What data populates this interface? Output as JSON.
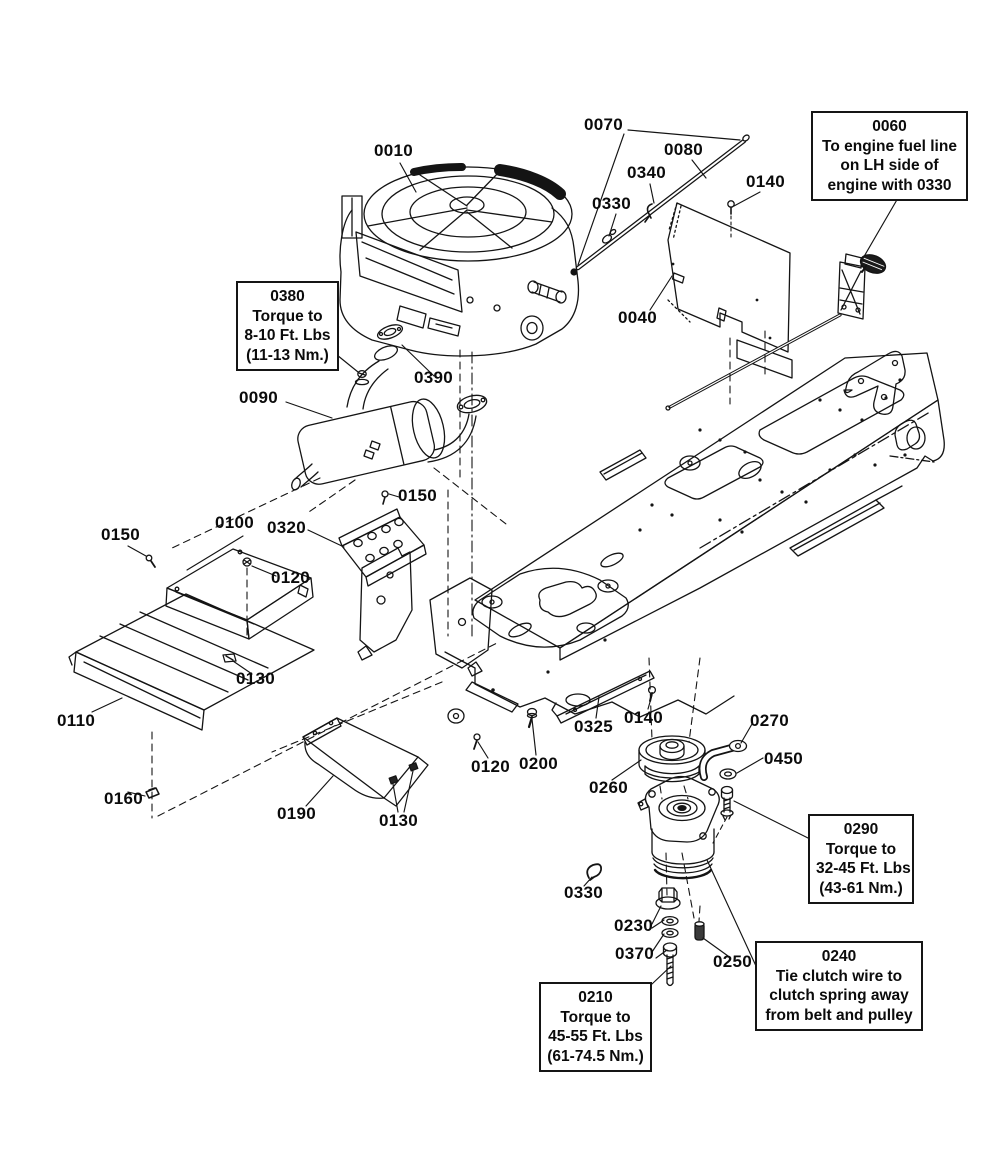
{
  "diagram": {
    "kind": "exploded-parts-diagram",
    "colors": {
      "ink": "#141414",
      "background": "#ffffff",
      "dark_fill": "#1b1b1b"
    }
  },
  "part_labels": [
    "0010",
    "0070",
    "0080",
    "0340",
    "0330",
    "0140",
    "0040",
    "0390",
    "0090",
    "0150",
    "0100",
    "0320",
    "0150",
    "0120",
    "0130",
    "0110",
    "0160",
    "0190",
    "0130",
    "0120",
    "0200",
    "0325",
    "0140",
    "0260",
    "0270",
    "0450",
    "0330",
    "0230",
    "0370",
    "0250"
  ],
  "callouts": [
    {
      "name": "0380",
      "lines": [
        "0380",
        "Torque to",
        "8-10 Ft. Lbs",
        "(11-13 Nm.)"
      ]
    },
    {
      "name": "0060",
      "lines": [
        "0060",
        "To engine fuel line",
        "on LH side of",
        "engine with 0330"
      ]
    },
    {
      "name": "0290",
      "lines": [
        "0290",
        "Torque to",
        "32-45 Ft. Lbs",
        "(43-61 Nm.)"
      ]
    },
    {
      "name": "0240",
      "lines": [
        "0240",
        "Tie clutch wire to",
        "clutch spring away",
        "from belt and pulley"
      ]
    },
    {
      "name": "0210",
      "lines": [
        "0210",
        "Torque to",
        "45-55 Ft. Lbs",
        "(61-74.5 Nm.)"
      ]
    }
  ]
}
